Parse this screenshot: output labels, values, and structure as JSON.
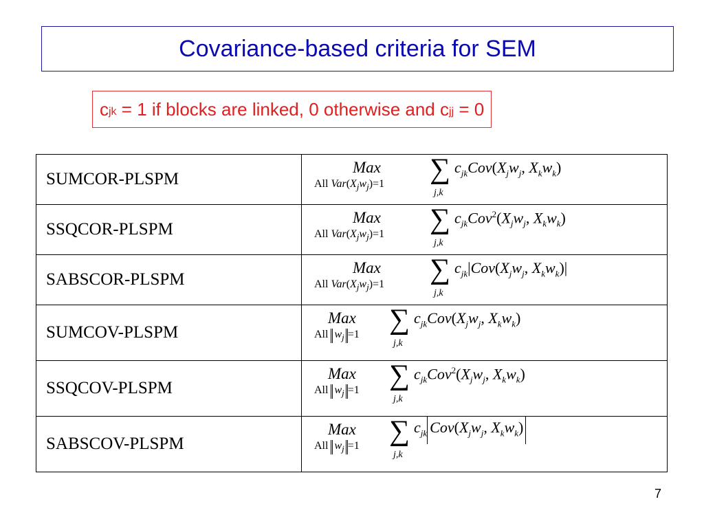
{
  "slide": {
    "title": "Covariance-based criteria for SEM",
    "note": {
      "part1": "c",
      "sub1": "jk",
      "part2": " = 1 if blocks are linked, 0 otherwise and c",
      "sub2": "jj",
      "part3": " = 0"
    },
    "page_number": "7"
  },
  "formula_text": {
    "max": "Max",
    "all": "All",
    "var": "Var",
    "eq_one": "=1",
    "sum": "∑",
    "index": "j,k"
  },
  "rows": [
    {
      "name": "SUMCOR-PLSPM",
      "constraint": "var",
      "square": false,
      "abs": "none"
    },
    {
      "name": "SSQCOR-PLSPM",
      "constraint": "var",
      "square": true,
      "abs": "none"
    },
    {
      "name": "SABSCOR-PLSPM",
      "constraint": "var",
      "square": false,
      "abs": "single"
    },
    {
      "name": "SUMCOV-PLSPM",
      "constraint": "norm",
      "square": false,
      "abs": "none"
    },
    {
      "name": "SSQCOV-PLSPM",
      "constraint": "norm",
      "square": true,
      "abs": "none"
    },
    {
      "name": "SABSCOV-PLSPM",
      "constraint": "norm",
      "square": false,
      "abs": "big"
    }
  ]
}
